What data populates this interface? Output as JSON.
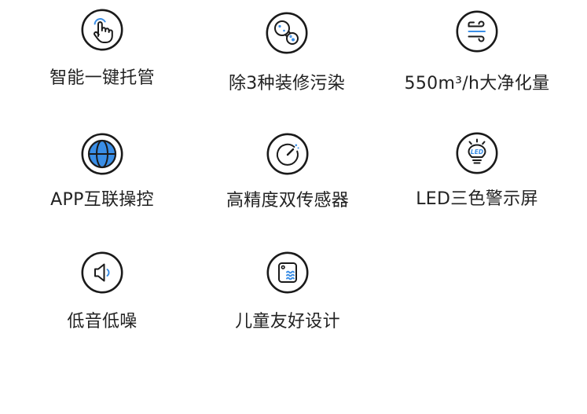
{
  "colors": {
    "background": "#ffffff",
    "text": "#222222",
    "outline": "#1a1a1a",
    "accent": "#3a8ee6"
  },
  "features": [
    {
      "label": "智能一键托管",
      "icon": "touch-icon"
    },
    {
      "label": "除3种装修污染",
      "icon": "molecule-icon"
    },
    {
      "label": "550m³/h大净化量",
      "icon": "airflow-icon"
    },
    {
      "label": "APP互联操控",
      "icon": "globe-icon"
    },
    {
      "label": "高精度双传感器",
      "icon": "sensor-gauge-icon"
    },
    {
      "label": "LED三色警示屏",
      "icon": "led-bulb-icon",
      "icon_text": "LED"
    },
    {
      "label": "低音低噪",
      "icon": "speaker-icon"
    },
    {
      "label": "儿童友好设计",
      "icon": "purifier-device-icon"
    }
  ]
}
